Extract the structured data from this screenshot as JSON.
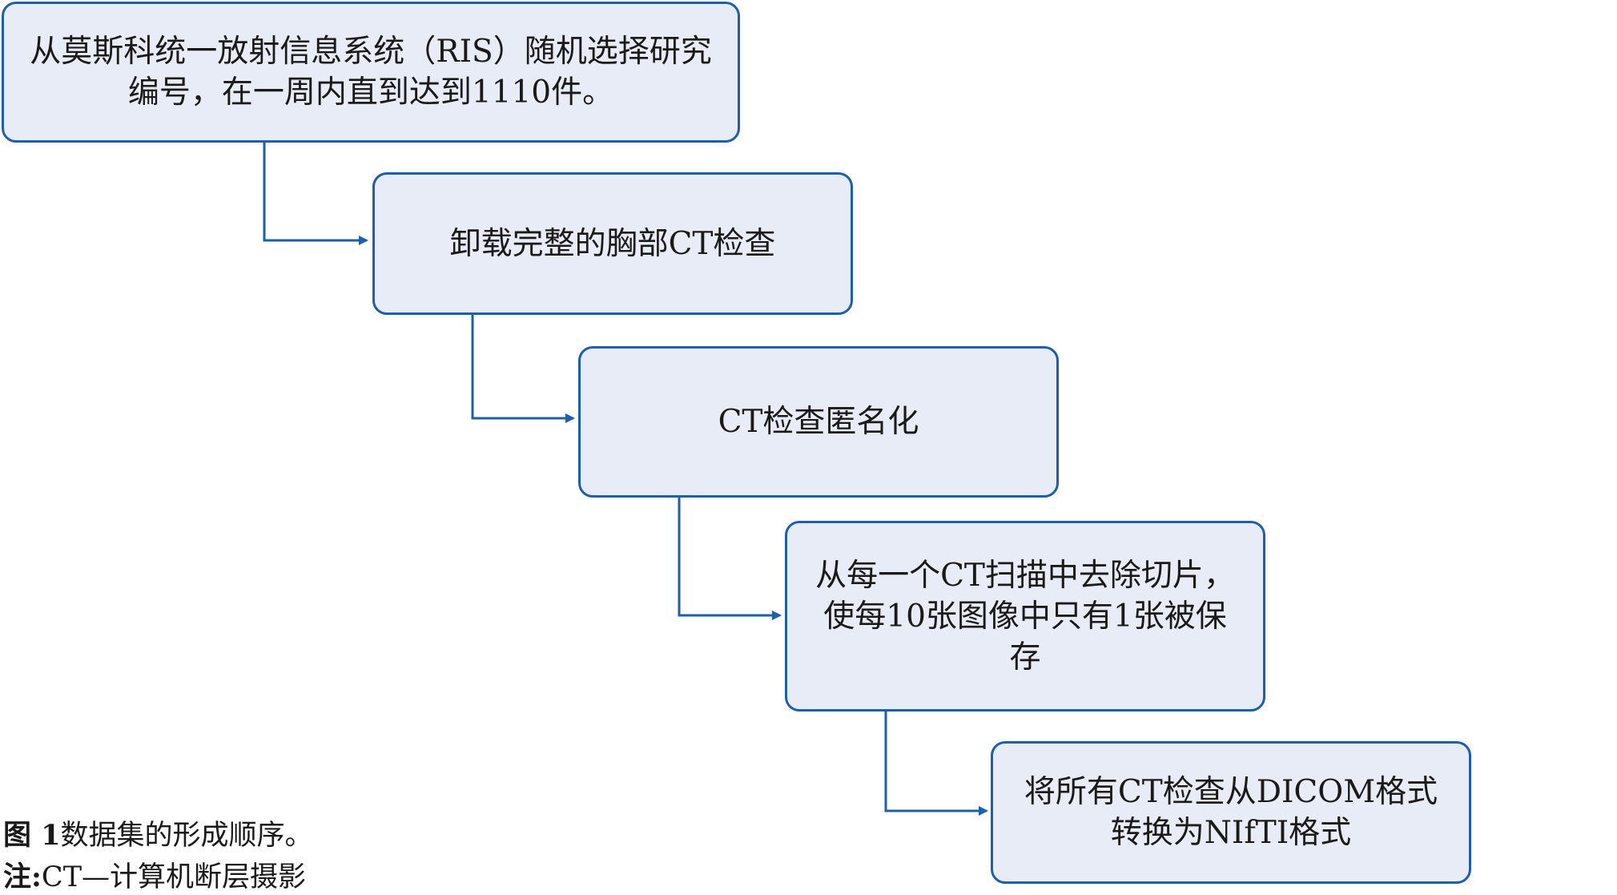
{
  "flow": {
    "steps": [
      "从莫斯科统一放射信息系统（RIS）随机选择研究编号，在一周内直到达到1110件。",
      "卸载完整的胸部CT检查",
      "CT检查匿名化",
      "从每一个CT扫描中去除切片，使每10张图像中只有1张被保存",
      "将所有CT检查从DICOM格式转换为NIfTI格式"
    ]
  },
  "caption": {
    "figure_label": "图  1",
    "figure_text": "数据集的形成顺序。",
    "note_label": "注:",
    "note_text": "CT—计算机断层摄影"
  },
  "colors": {
    "box_fill": "#e8ecf7",
    "box_border": "#1f5ea8",
    "arrow": "#1f5ea8"
  }
}
